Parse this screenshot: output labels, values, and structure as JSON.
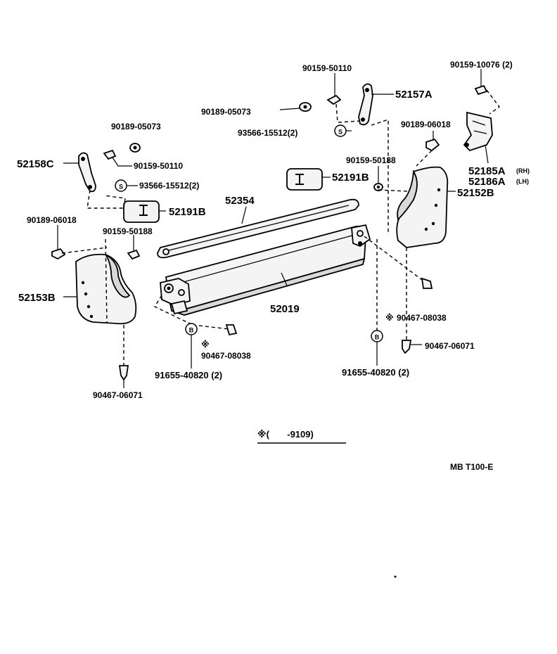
{
  "parts": {
    "p_90159_50110_top": "90159-50110",
    "p_52157A": "52157A",
    "p_90189_05073_top": "90189-05073",
    "p_93566_15512_right": "93566-15512(2)",
    "p_90159_10076": "90159-10076 (2)",
    "p_90189_06018_right": "90189-06018",
    "p_52185A": "52185A",
    "p_52185A_side": "(RH)",
    "p_52186A": "52186A",
    "p_52186A_side": "(LH)",
    "p_90159_50188_right": "90159-50188",
    "p_52191B_right": "52191B",
    "p_52152B": "52152B",
    "p_90189_05073_left": "90189-05073",
    "p_52158C": "52158C",
    "p_90159_50110_left": "90159-50110",
    "p_93566_15512_left": "93566-15512(2)",
    "p_52354": "52354",
    "p_52191B_left": "52191B",
    "p_90189_06018_left": "90189-06018",
    "p_90159_50188_left": "90159-50188",
    "p_52153B": "52153B",
    "p_52019": "52019",
    "p_90467_08038_right": "90467-08038",
    "p_90467_08038_left": "90467-08038",
    "p_90467_06071_right": "90467-06071",
    "p_91655_40820_left": "91655-40820 (2)",
    "p_91655_40820_right": "91655-40820 (2)",
    "p_90467_06071_left": "90467-06071"
  },
  "markers": {
    "s_symbol": "S",
    "b_symbol": "B",
    "asterisk": "※"
  },
  "footnote": {
    "text": "※(       -9109)"
  },
  "diagram_code": "MB T100-E"
}
